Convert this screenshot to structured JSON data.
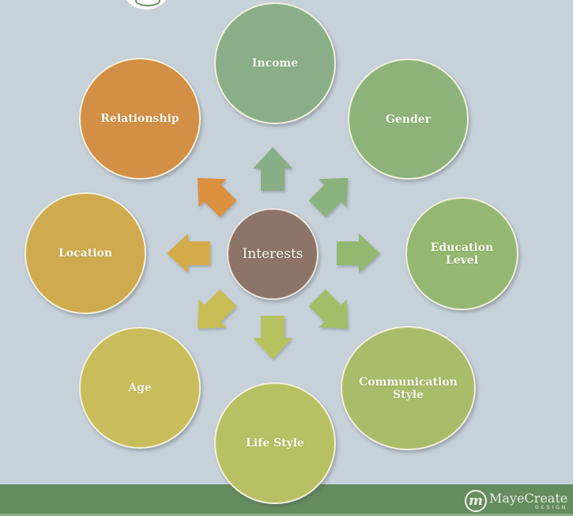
{
  "diagram": {
    "center": {
      "label": "Interests",
      "color": "#8c7468"
    },
    "nodes": [
      {
        "label": "Income",
        "color": "#8aae88",
        "arrow_color": "#88ae86",
        "direction": "up"
      },
      {
        "label": "Gender",
        "color": "#8db37a",
        "arrow_color": "#8ab27c",
        "direction": "up-right"
      },
      {
        "label": "Education Level",
        "line1": "Education",
        "line2": "Level",
        "color": "#94b872",
        "arrow_color": "#93b870",
        "direction": "right"
      },
      {
        "label": "Communication Style",
        "line1": "Communication",
        "line2": "Style",
        "color": "#a7bd6a",
        "arrow_color": "#a3bd69",
        "direction": "down-right"
      },
      {
        "label": "Life Style",
        "color": "#b9c063",
        "arrow_color": "#b7c160",
        "direction": "down"
      },
      {
        "label": "Age",
        "color": "#c8bd5a",
        "arrow_color": "#c9bd55",
        "direction": "down-left"
      },
      {
        "label": "Location",
        "color": "#cfaa4f",
        "arrow_color": "#d3ac48",
        "direction": "left"
      },
      {
        "label": "Relationship",
        "color": "#d38f45",
        "arrow_color": "#db913f",
        "direction": "up-left"
      }
    ]
  },
  "footer": {
    "brand_name": "MayeCreate",
    "brand_sub": "DESIGN",
    "brand_mark": "m",
    "band_color": "#658c5e"
  },
  "colors": {
    "background": "#c7d1da"
  }
}
